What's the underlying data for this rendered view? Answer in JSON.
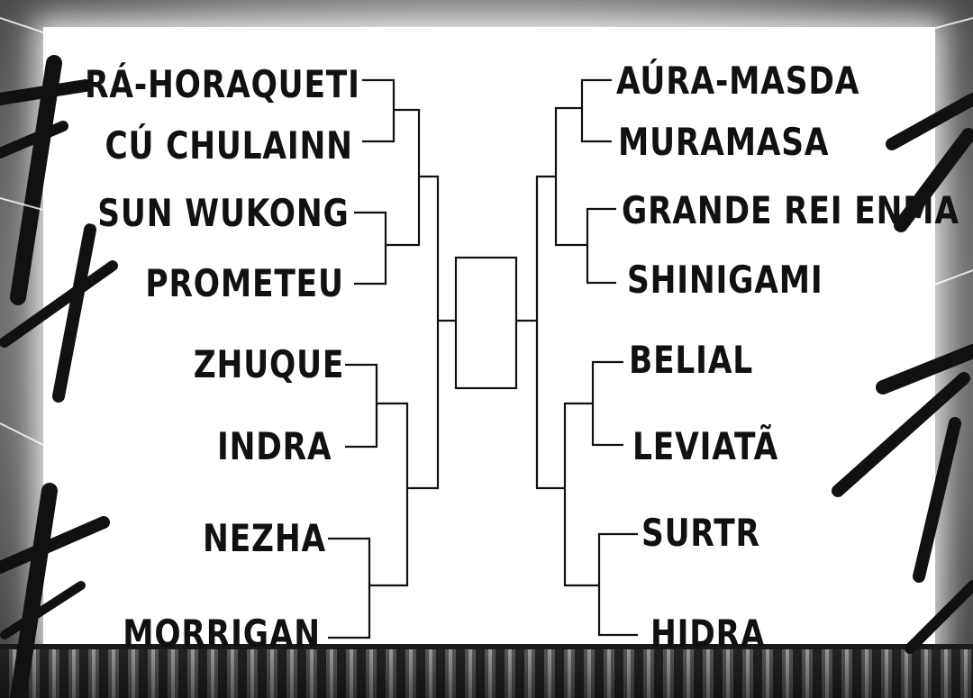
{
  "bracket": {
    "left": [
      "RÁ-HORAQUETI",
      "CÚ CHULAINN",
      "SUN WUKONG",
      "PROMETEU",
      "ZHUQUE",
      "INDRA",
      "NEZHA",
      "MORRIGAN"
    ],
    "right": [
      "AÚRA-MASDA",
      "MURAMASA",
      "GRANDE REI ENMA",
      "SHINIGAMI",
      "BELIAL",
      "LEVIATÃ",
      "SURTR",
      "HIDRA"
    ]
  },
  "colors": {
    "ink": "#111111",
    "panel": "#ffffff",
    "background": "#3a3a3a"
  }
}
